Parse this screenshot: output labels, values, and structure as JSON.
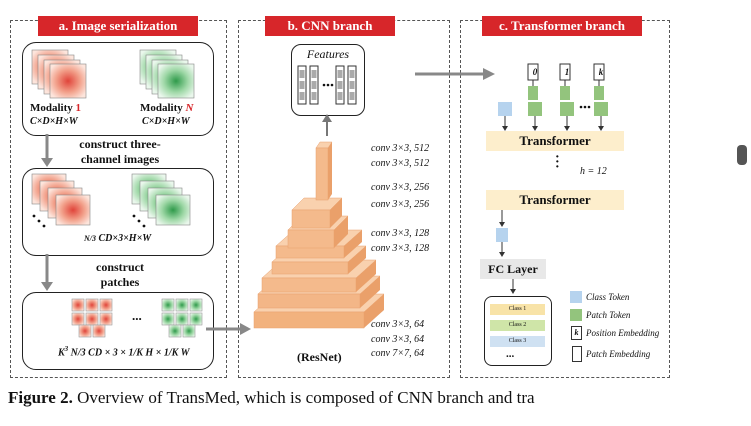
{
  "panels": {
    "a_title": "a. Image serialization",
    "b_title": "b. CNN branch",
    "c_title": "c. Transformer branch"
  },
  "panel_a": {
    "modality1_label": "Modality",
    "modality1_num": "1",
    "modality1_dims": "C×D×H×W",
    "modalityN_label": "Modality",
    "modalityN_num": "N",
    "modalityN_dims": "C×D×H×W",
    "step1_line1": "construct three-",
    "step1_line2": "channel images",
    "channel_dims_frac": "N/3",
    "channel_dims_text": "CD×3×H×W",
    "step2_line1": "construct",
    "step2_line2": "patches",
    "ellipsis": "...",
    "patch_formula_prefix": "K",
    "patch_formula": "N/3 CD × 3 × 1/K H × 1/K W"
  },
  "panel_b": {
    "features_label": "Features",
    "resnet_label": "(ResNet)",
    "conv_labels": [
      "conv 3×3, 512",
      "conv 3×3, 512",
      "conv 3×3, 256",
      "conv 3×3, 256",
      "conv 3×3, 128",
      "conv 3×3, 128",
      "conv 3×3, 64",
      "conv 3×3, 64",
      "conv 7×7, 64"
    ]
  },
  "panel_c": {
    "token_labels": [
      "0",
      "1",
      "k"
    ],
    "transformer_top": "Transformer",
    "transformer_bottom": "Transformer",
    "heads_label": "h = 12",
    "fc_label": "FC Layer",
    "classes": [
      "Class 1",
      "Class 2",
      "Class 3"
    ],
    "class_ellipsis": "...",
    "legend": {
      "class_token": "Class Token",
      "patch_token": "Patch Token",
      "pos_symbol": "k",
      "position_embedding": "Position Embedding",
      "patch_embedding": "Patch Embedding"
    }
  },
  "caption": {
    "prefix": "Figure 2.",
    "text": "Overview of TransMed, which is composed of CNN branch and tra"
  },
  "colors": {
    "header_red": "#d7262a",
    "cube_orange": "#f2b27e",
    "class_token_blue": "#b6d3ee",
    "patch_token_green": "#93c47d",
    "transformer_cream": "#fdeecc",
    "class1": "#f8e3a8",
    "class2": "#cfe5a8",
    "class3": "#cfe1f2"
  }
}
